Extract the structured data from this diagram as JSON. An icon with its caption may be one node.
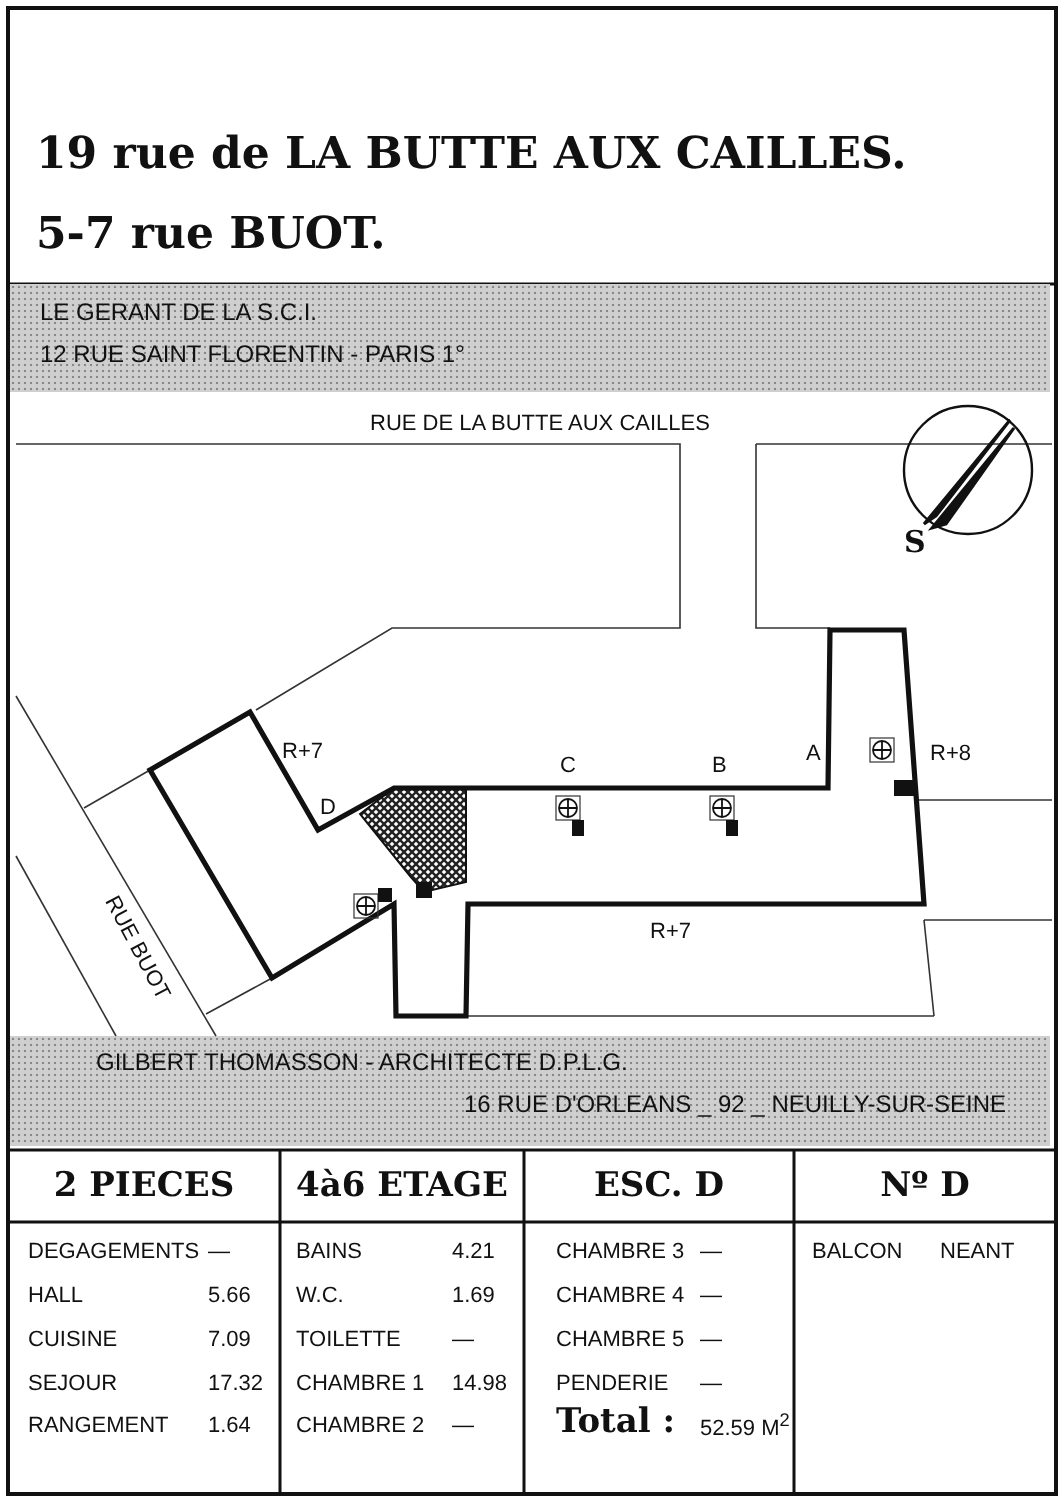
{
  "diagram": {
    "title": "19 rue de LA BUTTE AUX CAILLES.",
    "labels": [
      "5-7 rue BUOT.",
      "LE GERANT DE LA S.C.I.",
      "12 RUE SAINT FLORENTIN - PARIS 1°",
      "RUE DE LA BUTTE AUX CAILLES",
      "S",
      "R+7",
      "A",
      "R+8",
      "C",
      "B",
      "D",
      "RUE BUOT",
      "R+7",
      "GILBERT THOMASSON - ARCHITECTE D.P.L.G.",
      "16 RUE D'ORLEANS _ 92 _ NEUILLY-SUR-SEINE",
      "2 PIECES",
      "4à6 ETAGE",
      "ESC. D",
      "Nº D",
      "DEGAGEMENTS",
      "—",
      "BAINS",
      "4.21",
      "CHAMBRE 3",
      "—",
      "BALCON",
      "NEANT",
      "HALL",
      "5.66",
      "W.C.",
      "1.69",
      "CHAMBRE 4",
      "—",
      "CUISINE",
      "7.09",
      "TOILETTE",
      "—",
      "CHAMBRE 5",
      "—",
      "SEJOUR",
      "17.32",
      "CHAMBRE 1",
      "14.98",
      "PENDERIE",
      "—",
      "RANGEMENT",
      "1.64",
      "CHAMBRE 2",
      "—",
      "Total :",
      "52.59 M$^{2}$"
    ]
  }
}
